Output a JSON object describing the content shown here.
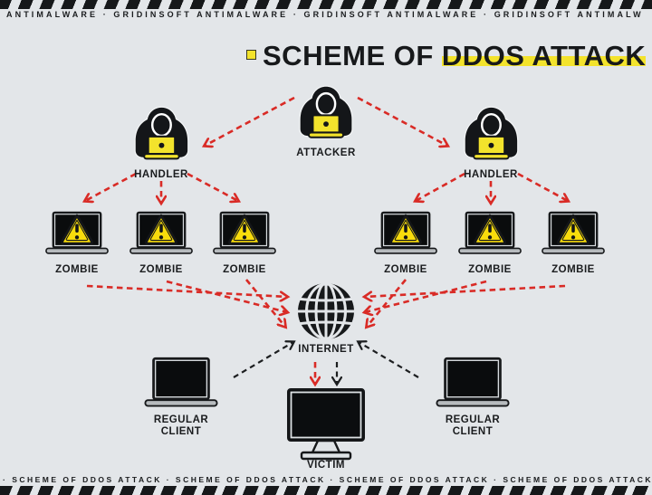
{
  "header": {
    "marquee_top": "ANTIMALWARE · GRIDINSOFT ANTIMALWARE · GRIDINSOFT ANTIMALWARE · GRIDINSOFT ANTIMALW",
    "title_prefix": "SCHEME OF ",
    "title_highlight": "DDOS ATTACK"
  },
  "footer": {
    "marquee_bottom": "· SCHEME OF DDOS ATTACK · SCHEME OF DDOS ATTACK · SCHEME OF DDOS ATTACK · SCHEME OF DDOS ATTACK"
  },
  "diagram": {
    "attacker_label": "ATTACKER",
    "handler_left_label": "HANDLER",
    "handler_right_label": "HANDLER",
    "zombie_labels": [
      "ZOMBIE",
      "ZOMBIE",
      "ZOMBIE",
      "ZOMBIE",
      "ZOMBIE",
      "ZOMBIE"
    ],
    "internet_label": "INTERNET",
    "victim_label": "VICTIM",
    "regular_client_lines": [
      "REGULAR",
      "CLIENT"
    ],
    "icons": [
      "hacker-attacker-icon",
      "hacker-handler-icon",
      "zombie-laptop-warning-icon",
      "internet-globe-icon",
      "victim-monitor-icon",
      "regular-client-laptop-icon"
    ],
    "flows": [
      "attacker-to-handlers (red dashed)",
      "handlers-to-zombies (red dashed)",
      "zombies-to-internet (red dashed)",
      "regular-clients-to-internet (black dashed)",
      "internet-to-victim (red + black dashed)"
    ]
  },
  "colors": {
    "background": "#e3e6e9",
    "accent_yellow": "#f3e32c",
    "warning_yellow": "#f8dc0c",
    "arrow_red": "#d92b26",
    "arrow_black": "#1c1e20",
    "icon_black": "#141619",
    "laptop_base_gray": "#b7bbbe"
  }
}
